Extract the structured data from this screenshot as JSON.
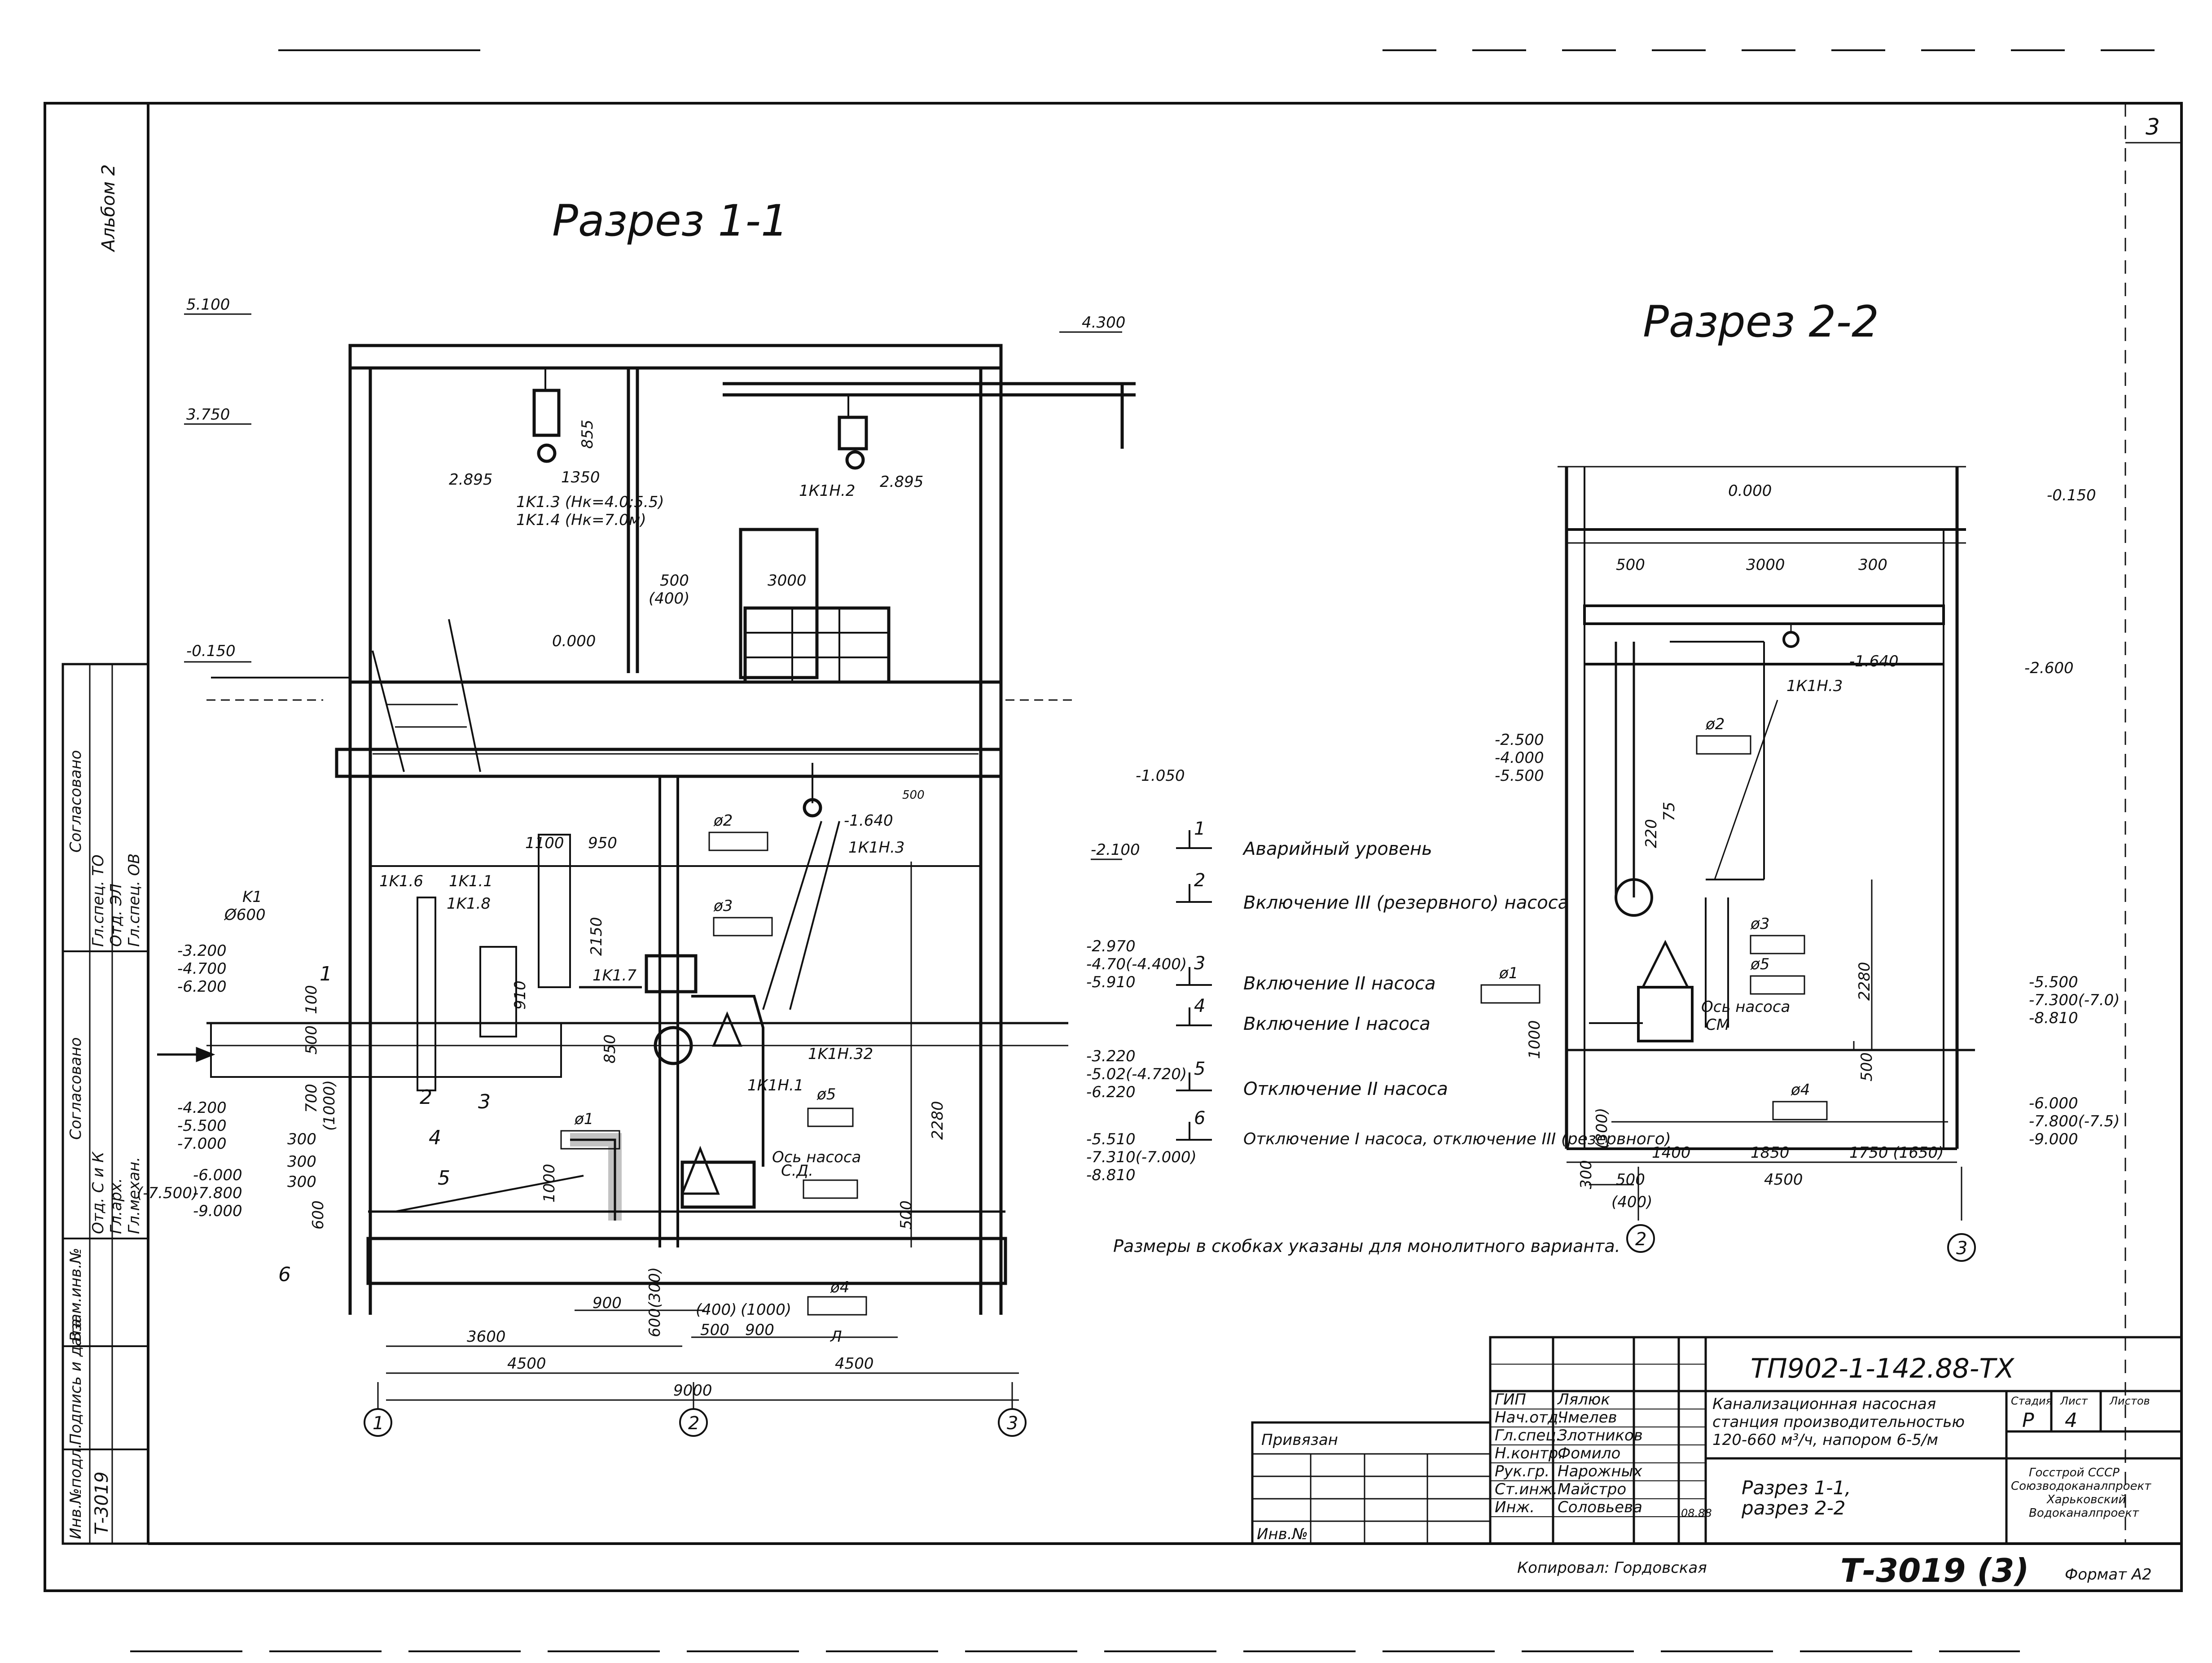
{
  "sheet_number": "3",
  "album": "Альбом 2",
  "section1": {
    "title": "Разрез 1-1",
    "elevations": [
      "5.100",
      "3.750",
      "2.895",
      "-0.150",
      "0.000",
      "4.300",
      "2.895",
      "-1.050",
      "-2.100",
      "-3.200",
      "-4.700",
      "-6.200",
      "-4.200",
      "-5.500",
      "-7.000",
      "-6.000",
      "-7.800",
      "-9.000",
      "(-7.500)",
      "-1.640",
      "-2.970",
      "-4.70(-4.400)",
      "-5.910",
      "-3.220",
      "-5.02(-4.720)",
      "-6.220",
      "-5.510",
      "-7.310(-7.000)",
      "-8.810"
    ],
    "equipment": [
      "1K1.3 (Hк=4.0;5.5)",
      "1K1.4 (Hк=7.0м)",
      "1К1Н.2",
      "1К1Н.3",
      "1K1.6",
      "1K1.8",
      "1K1.1",
      "1K1.7",
      "1K1H.32",
      "1К1Н.1",
      "K1",
      "Ø600"
    ],
    "markers": [
      "ø2",
      "ø3",
      "ø5",
      "ø1",
      "ø4",
      "Ось насоса",
      "С.Д."
    ],
    "dims": [
      "855",
      "1350",
      "500",
      "(400)",
      "3000",
      "500",
      "1100",
      "950",
      "2150",
      "910",
      "850",
      "100",
      "500",
      "700",
      "(1000)",
      "300",
      "300",
      "300",
      "600",
      "2280",
      "500",
      "1000",
      "900",
      "600(300)",
      "(400)",
      "500",
      "(1000)",
      "900",
      "3600",
      "4500",
      "4500",
      "9000",
      "Л"
    ],
    "axes": [
      "1",
      "2",
      "3"
    ],
    "level_tags": [
      "1",
      "2",
      "3",
      "4",
      "5",
      "6"
    ]
  },
  "legend": {
    "items": [
      {
        "num": "1",
        "text": "Аварийный уровень"
      },
      {
        "num": "2",
        "text": "Включение III (резервного) насоса"
      },
      {
        "num": "3",
        "text": "Включение II насоса"
      },
      {
        "num": "4",
        "text": "Включение I насоса"
      },
      {
        "num": "5",
        "text": "Отключение II насоса"
      },
      {
        "num": "6",
        "text": "Отключение I насоса, отключение III (резервного)"
      }
    ],
    "note": "Размеры в скобках указаны для монолитного варианта."
  },
  "section2": {
    "title": "Разрез 2-2",
    "elevations": [
      "0.000",
      "-0.150",
      "-1.640",
      "-2.600",
      "-2.500",
      "-4.000",
      "-5.500",
      "-5.500",
      "-7.300(-7.0)",
      "-8.810",
      "-6.000",
      "-7.800(-7.5)",
      "-9.000"
    ],
    "markers": [
      "ø2",
      "ø3",
      "ø5",
      "ø1",
      "ø4",
      "Ось насоса",
      "СМ",
      "1К1Н.3"
    ],
    "dims": [
      "500",
      "3000",
      "300",
      "220",
      "75",
      "2280",
      "500",
      "1000",
      "300",
      "(300)",
      "1400",
      "1850",
      "1750 (1650)",
      "4500",
      "500",
      "(400)"
    ],
    "axes": [
      "2",
      "3"
    ]
  },
  "stamp": {
    "designation": "ТП902-1-142.88-ТХ",
    "privyazan": "Привязан",
    "inv_no": "Инв.№",
    "roles": [
      "ГИП",
      "Нач.отд.",
      "Гл.спец.",
      "Н.контр.",
      "Рук.гр.",
      "Ст.инж.",
      "Инж."
    ],
    "names": [
      "Лялюк",
      "Чмелев",
      "Злотников",
      "Фомило",
      "Нарожных",
      "Майстро",
      "Соловьева"
    ],
    "title_lines": [
      "Канализационная насосная",
      "станция производительностью",
      "120-660 м³/ч, напором 6-5/м"
    ],
    "stage_hdr": [
      "Стадия",
      "Лист",
      "Листов"
    ],
    "stage": "Р",
    "sheet": "4",
    "sheet_title": [
      "Разрез 1-1,",
      "разрез 2-2"
    ],
    "org": [
      "Госстрой СССР",
      "Союзводоканалпроект",
      "Харьковский",
      "Водоканалпроект"
    ],
    "date": "08.88"
  },
  "left_stamp": {
    "sogl1_header": "Согласовано",
    "sogl1": [
      "Гл.спец. ТО",
      "Отд. ЭЛ",
      "Гл.спец. ОВ"
    ],
    "sogl2_header": "Согласовано",
    "sogl2": [
      "Отд. С и К",
      "Гл.арх.",
      "Гл.механ."
    ],
    "col_labels": [
      "Взам.инв.№",
      "Подпись и дата",
      "Инв.№подл."
    ],
    "inv": "Т-3019"
  },
  "copied_by": "Копировал: Гордовская",
  "doc_code": "Т-3019 (3)",
  "format": "Формат А2"
}
